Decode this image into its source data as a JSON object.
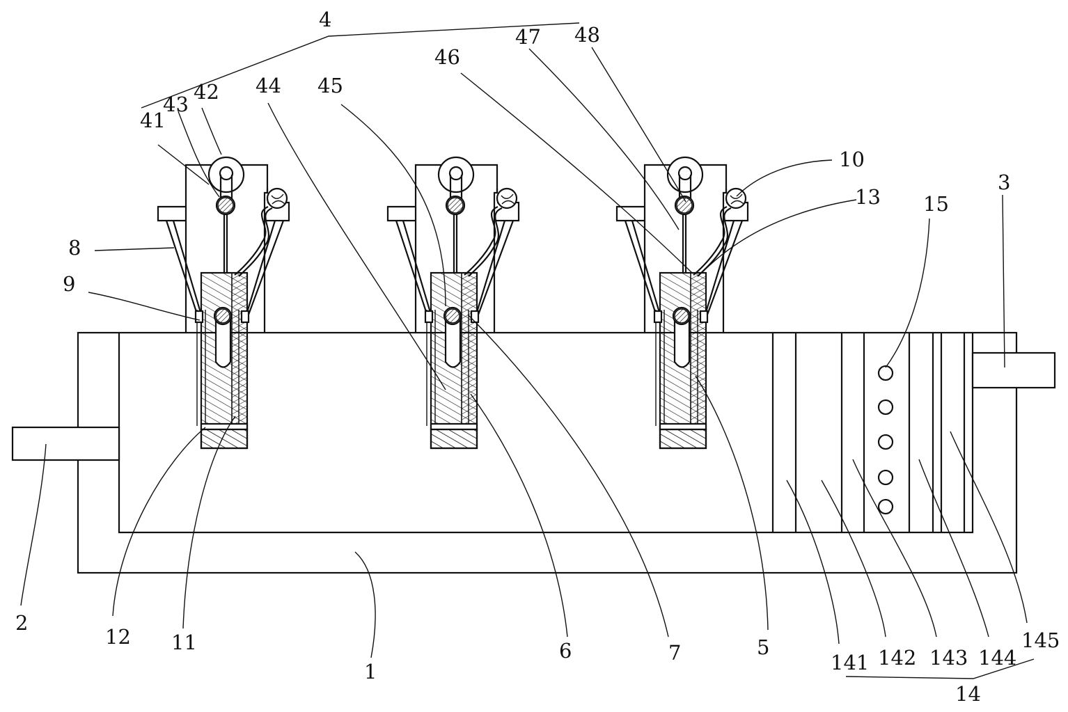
{
  "labels": {
    "l1": "1",
    "l2": "2",
    "l3": "3",
    "l4": "4",
    "l5": "5",
    "l6": "6",
    "l7": "7",
    "l8": "8",
    "l9": "9",
    "l10": "10",
    "l11": "11",
    "l12": "12",
    "l13": "13",
    "l14": "14",
    "l15": "15",
    "l41": "41",
    "l42": "42",
    "l43": "43",
    "l44": "44",
    "l45": "45",
    "l46": "46",
    "l47": "47",
    "l48": "48",
    "l141": "141",
    "l142": "142",
    "l143": "143",
    "l144": "144",
    "l145": "145"
  }
}
